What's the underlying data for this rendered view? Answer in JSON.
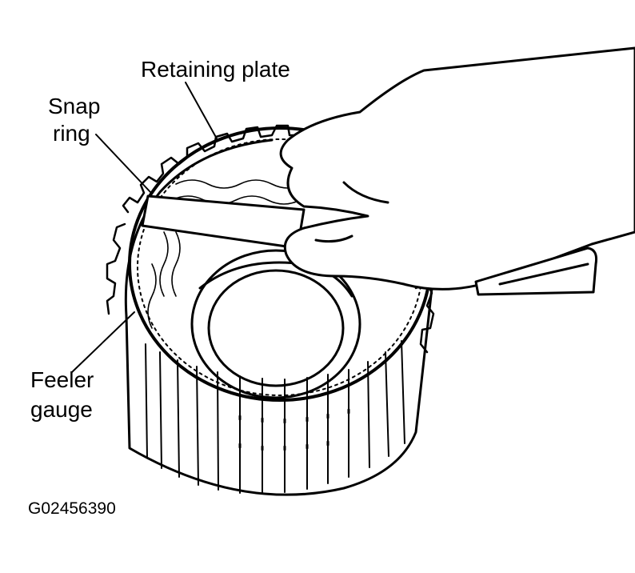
{
  "figure": {
    "labels": {
      "retaining_plate": "Retaining plate",
      "snap_ring_line1": "Snap",
      "snap_ring_line2": "ring",
      "feeler_gauge_line1": "Feeler",
      "feeler_gauge_line2": "gauge"
    },
    "figure_code": "G02456390"
  }
}
